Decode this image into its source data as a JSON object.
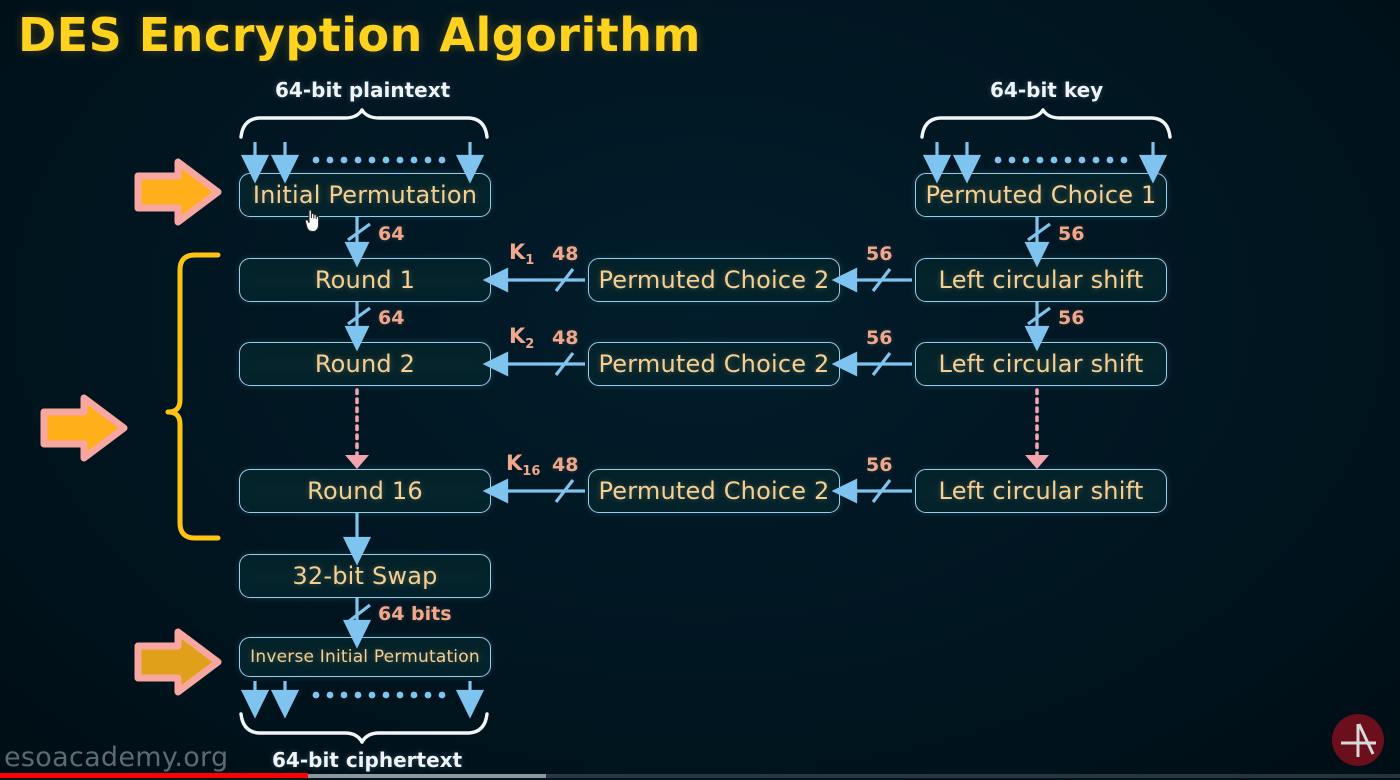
{
  "page": {
    "title": "DES Encryption Algorithm",
    "title_color": "#ffd21e",
    "background_color": "#00131d",
    "box_text_color": "#f6cf93",
    "box_border_color": "#9ecbe8",
    "arrow_color": "#7fc4ee",
    "bit_label_color": "#f0a88c",
    "brace_color": "#ffffff",
    "bracket_color": "#ffc312",
    "pointer_arrow_fill": "#ffaf1a",
    "pointer_arrow_outline": "#f7a7a0",
    "dotted_arrow_color": "#f3a3ae"
  },
  "captions": {
    "plaintext": "64-bit plaintext",
    "key": "64-bit key",
    "ciphertext": "64-bit ciphertext"
  },
  "data_path": {
    "boxes": [
      {
        "label": "Initial Permutation"
      },
      {
        "label": "Round 1"
      },
      {
        "label": "Round 2"
      },
      {
        "label": "Round 16"
      },
      {
        "label": "32-bit Swap"
      },
      {
        "label": "Inverse Initial Permutation"
      }
    ],
    "bit_labels": [
      {
        "text": "64"
      },
      {
        "text": "64"
      },
      {
        "text": "64 bits"
      }
    ]
  },
  "key_schedule": {
    "pc1_box": {
      "label": "Permuted Choice 1"
    },
    "shift_boxes": [
      {
        "label": "Left circular shift"
      },
      {
        "label": "Left circular shift"
      },
      {
        "label": "Left circular shift"
      }
    ],
    "pc2_boxes": [
      {
        "label": "Permuted Choice 2"
      },
      {
        "label": "Permuted Choice 2"
      },
      {
        "label": "Permuted Choice 2"
      }
    ],
    "shift_bit_labels": [
      {
        "text": "56"
      },
      {
        "text": "56"
      }
    ],
    "pc2_in_bit_labels": [
      {
        "text": "56"
      },
      {
        "text": "56"
      },
      {
        "text": "56"
      }
    ],
    "pc2_out_bit_labels": [
      {
        "text": "48"
      },
      {
        "text": "48"
      },
      {
        "text": "48"
      }
    ],
    "subkeys": [
      {
        "name": "K",
        "index": "1"
      },
      {
        "name": "K",
        "index": "2"
      },
      {
        "name": "K",
        "index": "16"
      }
    ]
  },
  "watermark": {
    "text": "esoacademy.org"
  },
  "player": {
    "played_percent": 22,
    "buffered_percent": 39
  },
  "icons": {
    "cursor": "hand-pointer-cursor",
    "corner_logo": "channel-logo-icon",
    "pointer_top": "highlight-arrow-icon",
    "pointer_middle": "highlight-arrow-icon",
    "pointer_bottom": "highlight-arrow-icon"
  }
}
